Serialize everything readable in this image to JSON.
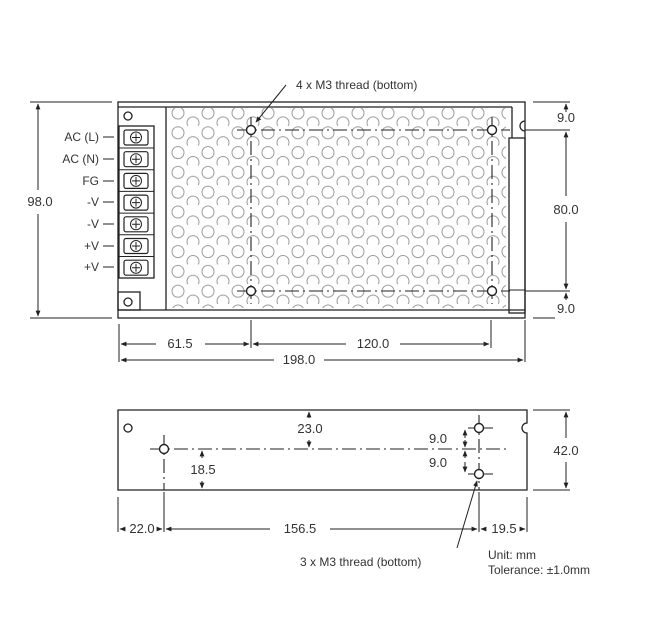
{
  "drawing": {
    "top_view": {
      "callout": "4 x M3 thread (bottom)",
      "terminals": [
        "AC (L)",
        "AC (N)",
        "FG",
        "-V",
        "-V",
        "+V",
        "+V"
      ],
      "dimensions": {
        "overall_height": "98.0",
        "top_offset": "9.0",
        "hole_spacing_vertical": "80.0",
        "bottom_offset": "9.0",
        "left_offset": "61.5",
        "hole_spacing_horizontal": "120.0",
        "overall_length": "198.0"
      }
    },
    "side_view": {
      "callout": "3 x M3 thread (bottom)",
      "dimensions": {
        "top_to_centerline": "23.0",
        "centerline_to_bottom": "18.5",
        "upper_hole_offset": "9.0",
        "lower_hole_offset": "9.0",
        "overall_height": "42.0",
        "left_offset": "22.0",
        "hole_spacing_horizontal": "156.5",
        "right_offset": "19.5"
      }
    },
    "notes": {
      "unit": "Unit: mm",
      "tolerance": "Tolerance: ±1.0mm"
    }
  }
}
